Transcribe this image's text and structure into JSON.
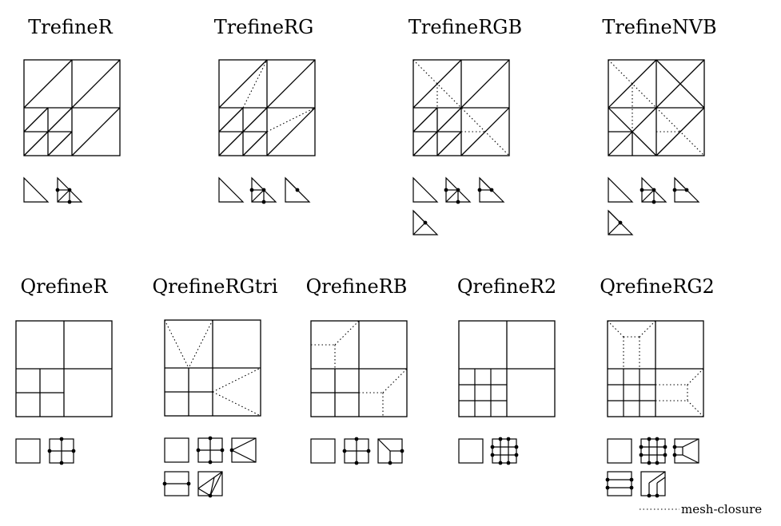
{
  "titles": {
    "trefine_r": "TrefineR",
    "trefine_rg": "TrefineRG",
    "trefine_rgb": "TrefineRGB",
    "trefine_nvb": "TrefineNVB",
    "qrefine_r": "QrefineR",
    "qrefine_rgtri": "QrefineRGtri",
    "qrefine_rb": "QrefineRB",
    "qrefine_r2": "QrefineR2",
    "qrefine_rg2": "QrefineRG2"
  },
  "legend": {
    "label": "mesh-closure"
  }
}
